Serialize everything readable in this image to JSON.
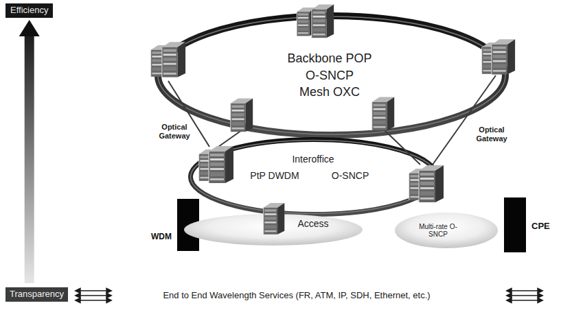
{
  "diagram": {
    "nodes": [
      {
        "text": [
          "Efficiency"
        ]
      },
      {
        "text": [
          "Backbone POP",
          "O-SNCP",
          "Mesh OXC"
        ]
      },
      {
        "text": [
          "Interoffice",
          "PtP DWDM",
          "O-SNCP"
        ]
      },
      {
        "text": [
          "WDM"
        ]
      },
      {
        "text": [
          "Access"
        ]
      },
      {
        "text": [
          "Multi-rate O-SNCP"
        ]
      },
      {
        "text": [
          "CPE"
        ]
      },
      {
        "text": [
          "Transparency"
        ]
      }
    ],
    "edges": [
      {
        "from": 7,
        "to": 0,
        "arrow": "to"
      }
    ],
    "labels": [
      "Optical Gateway",
      "Optical Gateway",
      "End to End Wavelength Services (FR, ATM, IP, SDH, Ethernet, etc.)"
    ]
  }
}
